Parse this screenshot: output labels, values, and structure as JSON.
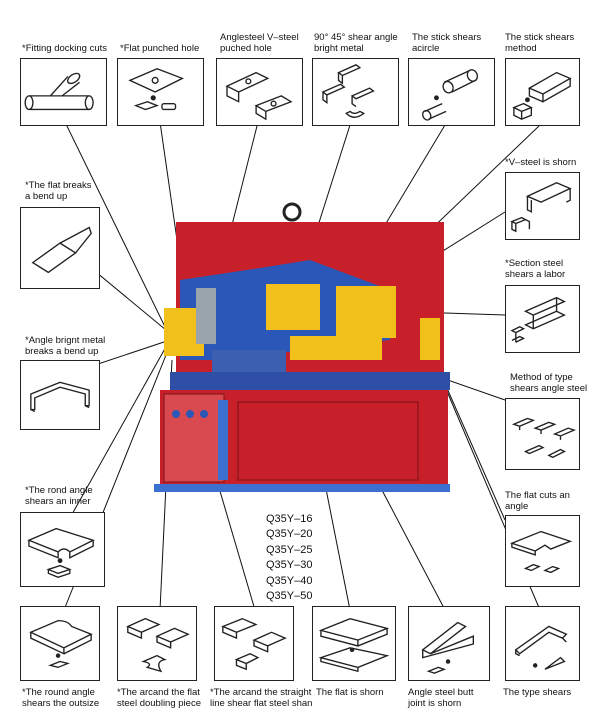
{
  "diagram": {
    "top_row": [
      {
        "label": "*Fitting docking cuts"
      },
      {
        "label": "*Flat punched hole"
      },
      {
        "label": "Anglesteel V–steel\npuched hole"
      },
      {
        "label": "90°  45°  shear angle\nbright metal"
      },
      {
        "label": "The stick shears\nacircle"
      },
      {
        "label": "The stick shears\nmethod"
      }
    ],
    "left_column": [
      {
        "label": "*The flat breaks\na bend up"
      },
      {
        "label": "*Angle brignt metal\nbreaks a bend up"
      },
      {
        "label": "*The rond angle\nshears an inner"
      }
    ],
    "right_column": [
      {
        "label": "*V–steel is shorn"
      },
      {
        "label": "*Section steel\nshears a labor"
      },
      {
        "label": "Method of type\nshears angle steel"
      },
      {
        "label": "The flat cuts an\nangle"
      }
    ],
    "bottom_row": [
      {
        "label": "*The round angle\nshears the outsize"
      },
      {
        "label": "*The arcand the flat\nsteel doubling piece"
      },
      {
        "label": "*The arcand the straight\nline shear flat steel shan"
      },
      {
        "label": "The flat is shorn"
      },
      {
        "label": "Angle steel butt\njoint is shorn"
      },
      {
        "label": "The type shears"
      }
    ],
    "models": [
      "Q35Y–16",
      "Q35Y–20",
      "Q35Y–25",
      "Q35Y–30",
      "Q35Y–40",
      "Q35Y–50"
    ]
  },
  "colors": {
    "machine_red": "#c8202a",
    "machine_blue": "#2a57b8",
    "machine_yellow": "#f2c01a",
    "base_blue": "#3b6fd0"
  }
}
